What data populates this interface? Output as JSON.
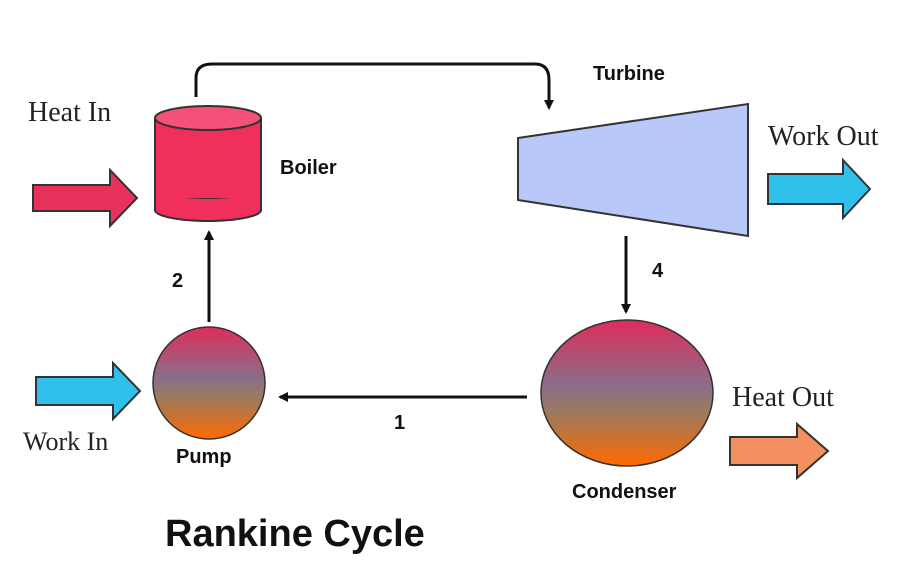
{
  "title": "Rankine Cycle",
  "components": {
    "boiler": "Boiler",
    "turbine": "Turbine",
    "pump": "Pump",
    "condenser": "Condenser"
  },
  "flows": {
    "heat_in": "Heat In",
    "work_out": "Work Out",
    "work_in": "Work In",
    "heat_out": "Heat Out"
  },
  "state_points": {
    "p1": "1",
    "p2": "2",
    "p4": "4"
  },
  "colors": {
    "heat_in_arrow": "#e8325c",
    "boiler": "#f0305a",
    "turbine": "#b8c8f8",
    "work_arrow": "#30c0ec",
    "heat_out_arrow": "#f49060",
    "gradient_top": "#e02c5a",
    "gradient_mid": "#8a6e8a",
    "gradient_bottom": "#ff6a00"
  }
}
